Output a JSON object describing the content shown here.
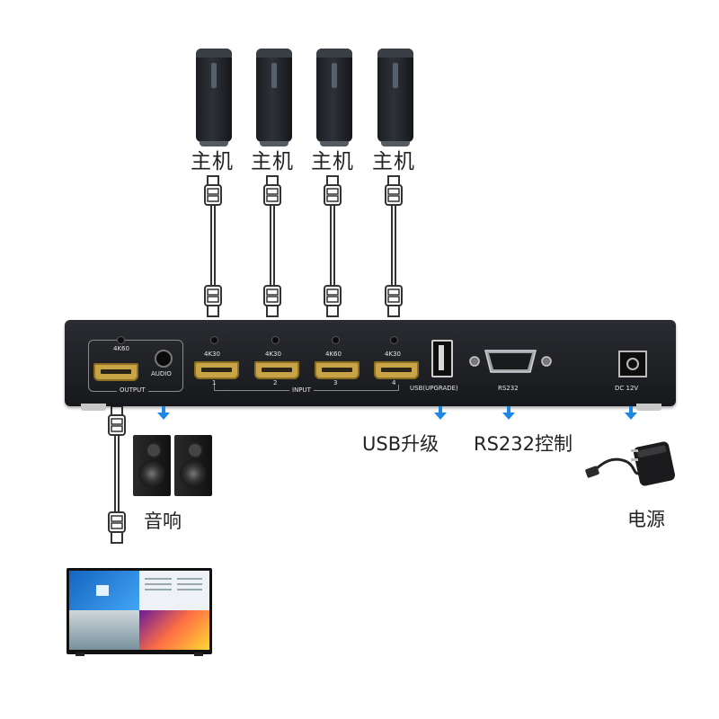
{
  "host_label": "主机",
  "ports": {
    "output_res": "4K60",
    "audio": "AUDIO",
    "output": "OUTPUT",
    "input": "INPUT",
    "inputs": [
      {
        "res": "4K30",
        "num": "1"
      },
      {
        "res": "4K30",
        "num": "2"
      },
      {
        "res": "4K60",
        "num": "3"
      },
      {
        "res": "4K30",
        "num": "4"
      }
    ],
    "usb": "USB(UPGRADE)",
    "rs232": "RS232",
    "dc": "DC 12V"
  },
  "callouts": {
    "usb": "USB升级",
    "rs232": "RS232控制",
    "speaker": "音响",
    "power": "电源"
  },
  "colors": {
    "arrow": "#1e88e5",
    "hdmi_port": "#c9a447",
    "device": "#1d1e22"
  }
}
